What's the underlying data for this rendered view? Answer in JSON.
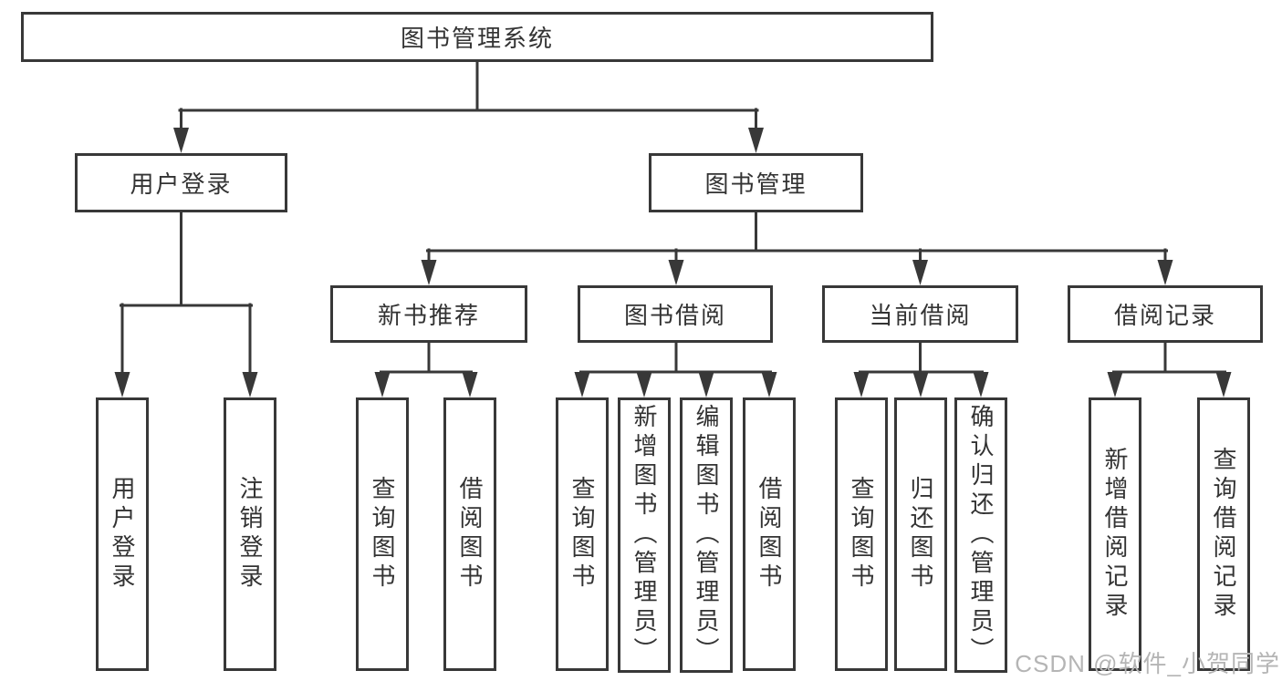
{
  "diagram": {
    "root": "图书管理系统",
    "level2": [
      {
        "label": "用户登录",
        "leaves": [
          "用户登录",
          "注销登录"
        ]
      },
      {
        "label": "图书管理",
        "groups": [
          {
            "label": "新书推荐",
            "leaves": [
              "查询图书",
              "借阅图书"
            ]
          },
          {
            "label": "图书借阅",
            "leaves": [
              "查询图书",
              "新增图书（管理员）",
              "编辑图书（管理员）",
              "借阅图书"
            ]
          },
          {
            "label": "当前借阅",
            "leaves": [
              "查询图书",
              "归还图书",
              "确认归还（管理员）"
            ]
          },
          {
            "label": "借阅记录",
            "leaves": [
              "新增借阅记录",
              "查询借阅记录"
            ]
          }
        ]
      }
    ]
  },
  "colors": {
    "line": "#383838",
    "text": "#333333",
    "watermark": "#b5b5b5",
    "background": "#ffffff"
  },
  "watermark": "CSDN @软件_小贺同学"
}
